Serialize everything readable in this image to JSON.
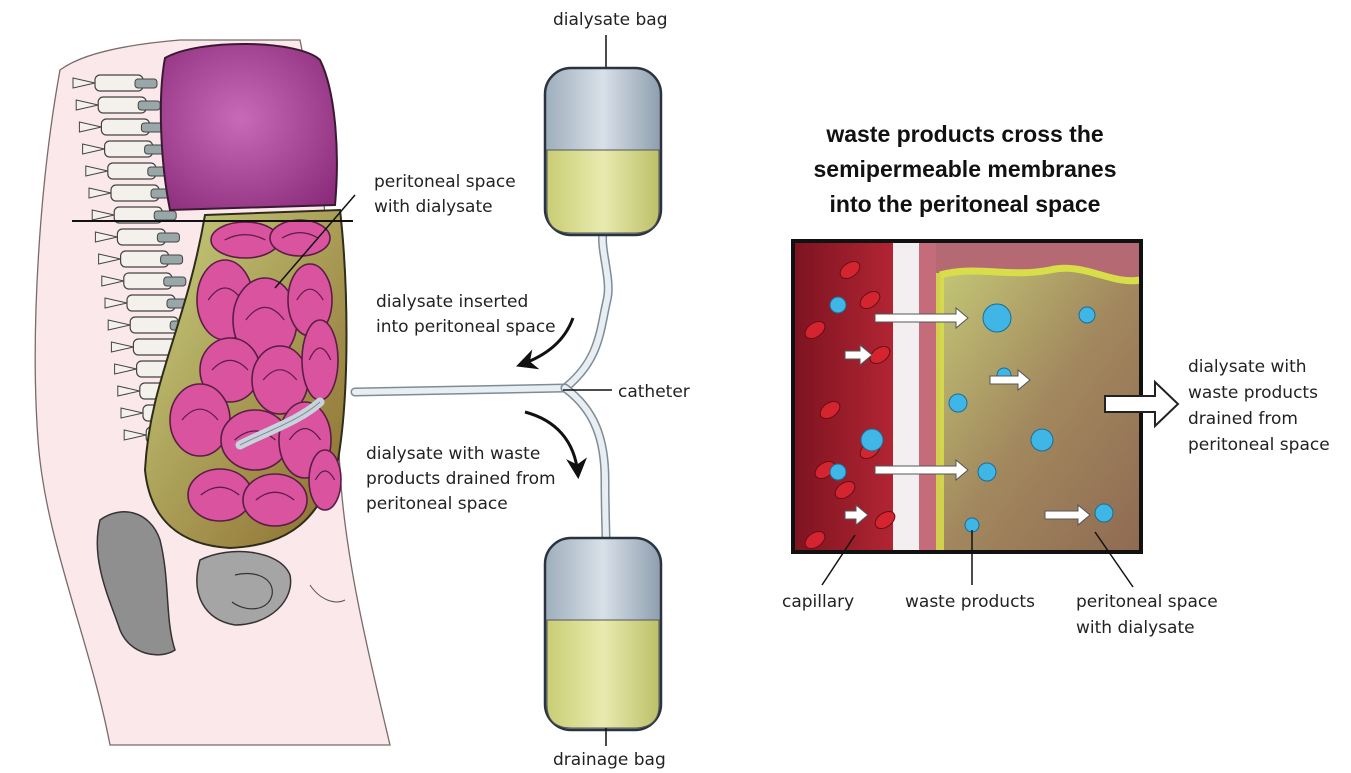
{
  "left_diagram": {
    "dialysate_bag_label": "dialysate bag",
    "drainage_bag_label": "drainage bag",
    "catheter_label": "catheter",
    "peritoneal_space_label": [
      "peritoneal space",
      "with dialysate"
    ],
    "inserted_label": [
      "dialysate inserted",
      "into peritoneal space"
    ],
    "drained_label": [
      "dialysate with waste",
      "products drained from",
      "peritoneal space"
    ]
  },
  "right_diagram": {
    "title": [
      "waste products cross the",
      "semipermeable membranes",
      "into the peritoneal space"
    ],
    "output_label": [
      "dialysate with",
      "waste products",
      "drained from",
      "peritoneal space"
    ],
    "capillary_label": "capillary",
    "waste_products_label": "waste products",
    "peritoneal_label": [
      "peritoneal space",
      "with dialysate"
    ]
  },
  "colors": {
    "bowel": "#cf4f9a",
    "stomach": "#b23f8f",
    "dialysate": "#d8dc8c",
    "bag_glass": "#b9c6d3",
    "capillary": "#9b1b25",
    "blood_cell": "#d32430",
    "waste_particle": "#3fb6e6",
    "skin": "#f9e1e3"
  }
}
